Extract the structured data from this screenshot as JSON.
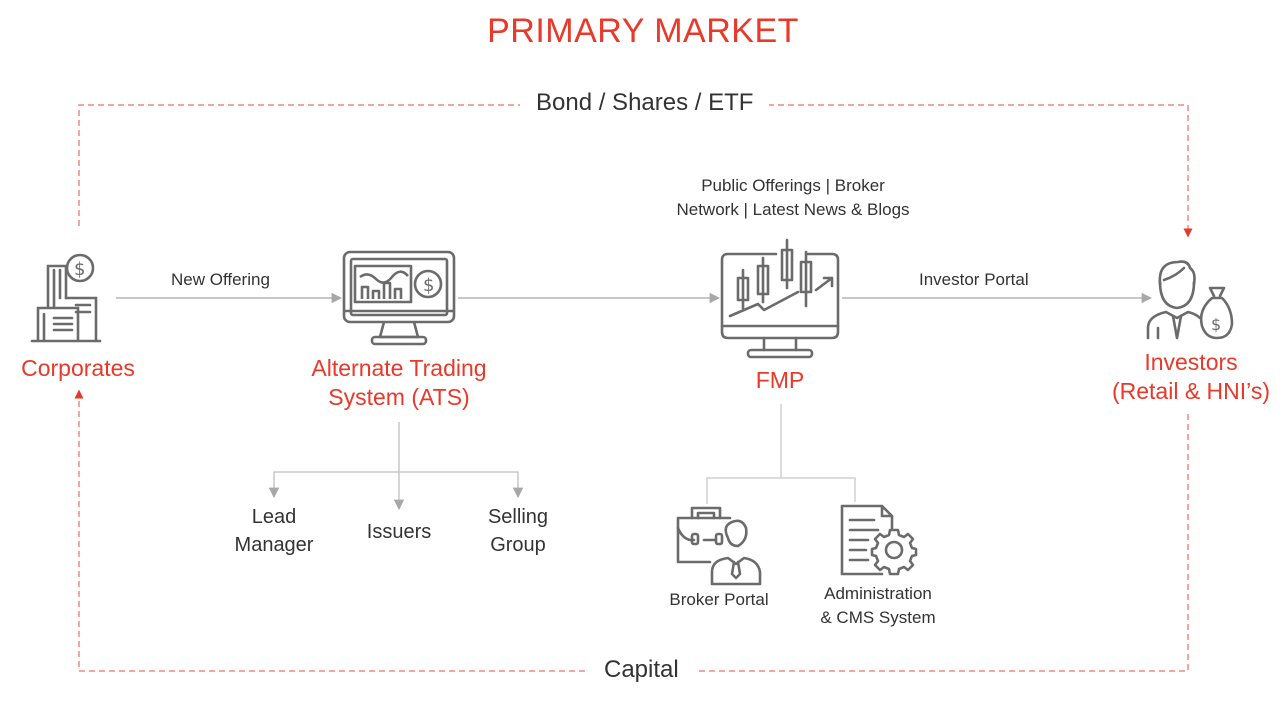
{
  "title": "PRIMARY MARKET",
  "flows": {
    "top_label": "Bond / Shares / ETF",
    "bottom_label": "Capital",
    "corp_to_ats": "New Offering",
    "fmp_to_investors": "Investor Portal",
    "fmp_features": [
      "Public Offerings | Broker",
      "Network | Latest News & Blogs"
    ]
  },
  "nodes": {
    "corporates": {
      "label": "Corporates",
      "icon": "buildings-dollar-icon"
    },
    "ats": {
      "label_line1": "Alternate Trading",
      "label_line2": "System (ATS)",
      "icon": "monitor-chart-dollar-icon"
    },
    "fmp": {
      "label": "FMP",
      "icon": "monitor-candlestick-icon"
    },
    "investors": {
      "label_line1": "Investors",
      "label_line2": "(Retail & HNI’s)",
      "icon": "investor-moneybag-icon"
    }
  },
  "ats_children": [
    {
      "line1": "Lead",
      "line2": "Manager"
    },
    {
      "line1": "Issuers",
      "line2": ""
    },
    {
      "line1": "Selling",
      "line2": "Group"
    }
  ],
  "fmp_children": [
    {
      "line1": "Broker Portal",
      "line2": "",
      "icon": "briefcase-person-icon"
    },
    {
      "line1": "Administration",
      "line2": "& CMS System",
      "icon": "document-gear-icon"
    }
  ],
  "colors": {
    "accent": "#e8392a",
    "dashed": "#f08a80",
    "icon": "#6b6b6b",
    "connector": "#b5b5b5"
  }
}
